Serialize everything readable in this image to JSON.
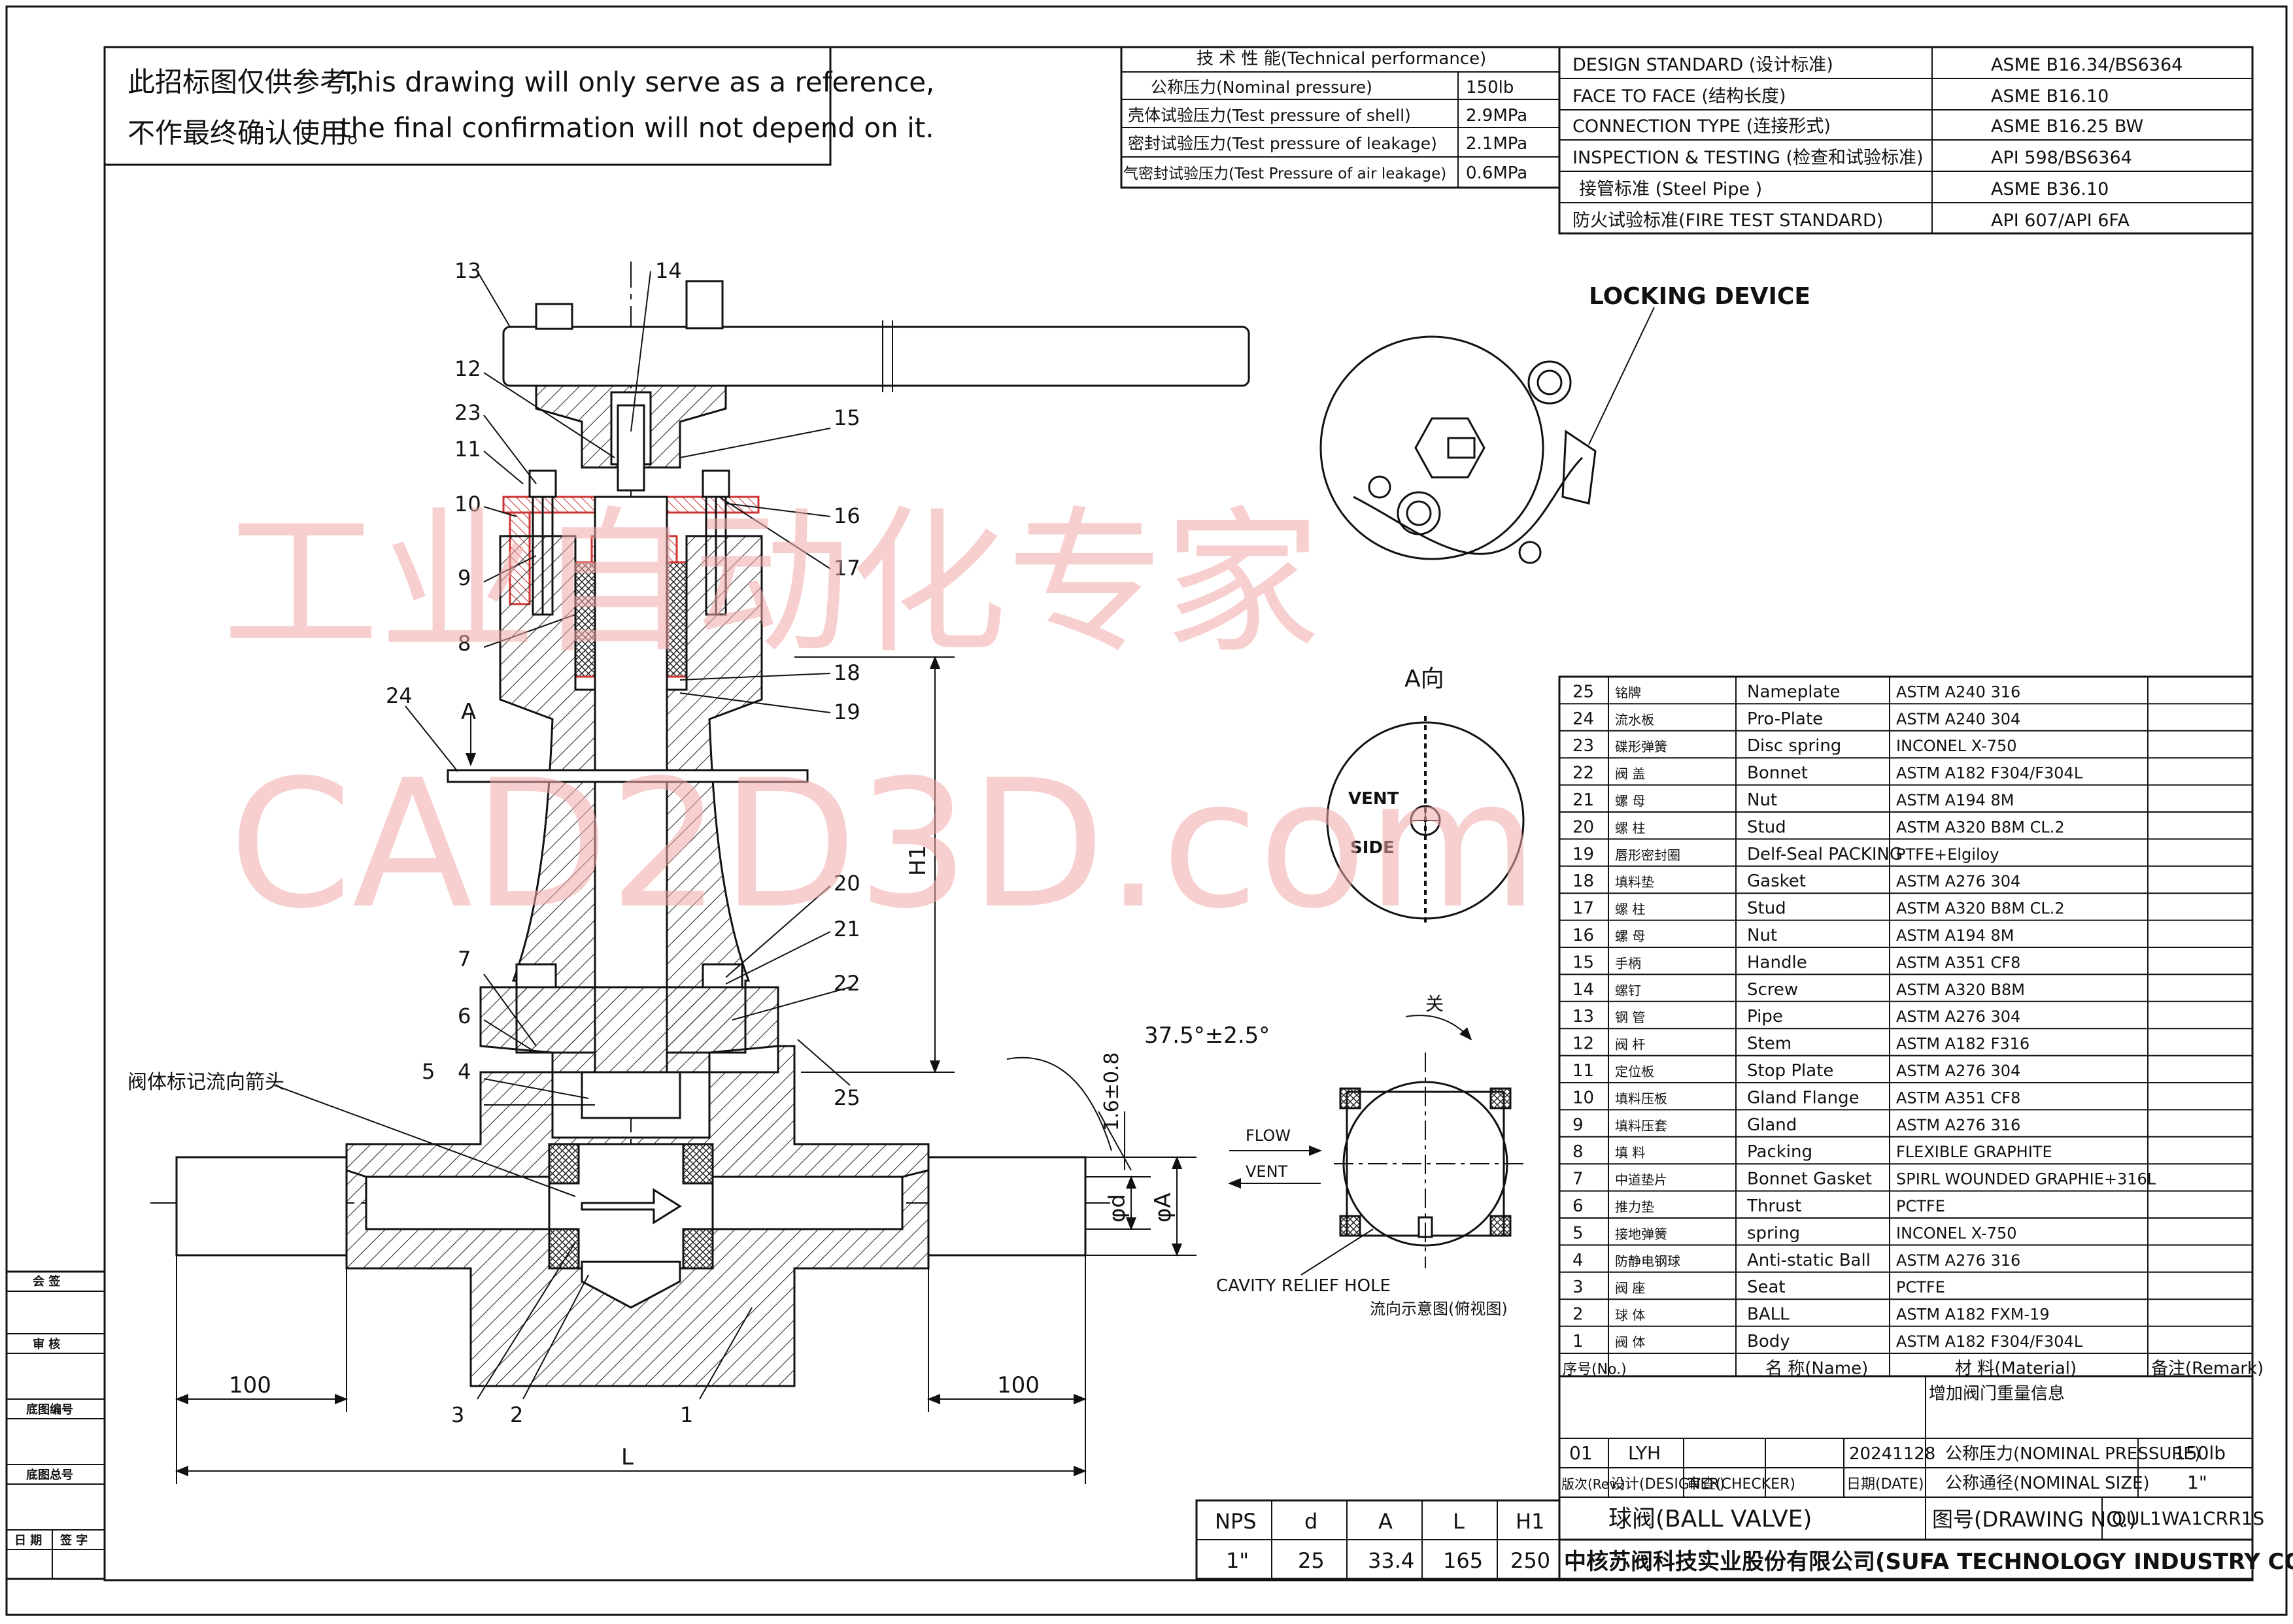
{
  "note": {
    "cn_line1": "此招标图仅供参考，",
    "en_line1": "This drawing will only serve as a reference,",
    "cn_line2": "不作最终确认使用。",
    "en_line2": "the final confirmation will not depend on it."
  },
  "performance": {
    "title": "技 术 性 能(Technical performance)",
    "rows": [
      {
        "label": "公称压力(Nominal pressure)",
        "value": "150lb"
      },
      {
        "label": "壳体试验压力(Test pressure of shell)",
        "value": "2.9MPa"
      },
      {
        "label": "密封试验压力(Test pressure of leakage)",
        "value": "2.1MPa"
      },
      {
        "label": "气密封试验压力(Test Pressure of air leakage)",
        "value": "0.6MPa"
      }
    ]
  },
  "standards": [
    {
      "label": "DESIGN STANDARD (设计标准)",
      "value": "ASME B16.34/BS6364"
    },
    {
      "label": "FACE TO FACE (结构长度)",
      "value": "ASME B16.10"
    },
    {
      "label": "CONNECTION TYPE (连接形式)",
      "value": "ASME B16.25  BW"
    },
    {
      "label": "INSPECTION & TESTING (检查和试验标准)",
      "value": "API 598/BS6364"
    },
    {
      "label": "接管标准 (Steel Pipe )",
      "value": "ASME B36.10"
    },
    {
      "label": "防火试验标准(FIRE TEST STANDARD)",
      "value": "API 607/API 6FA"
    }
  ],
  "locking_device_label": "LOCKING DEVICE",
  "view_a_label": "A向",
  "vent_label": "VENT",
  "side_label": "SIDE",
  "flow_label": "FLOW",
  "vent_arrow_label": "VENT",
  "close_label": "关",
  "cavity_relief_label": "CAVITY RELIEF HOLE",
  "flow_diagram_label": "流向示意图(俯视图)",
  "body_arrow_label": "阀体标记流向箭头",
  "angle_label": "37.5°±2.5°",
  "dim_labels": {
    "lip": "1.6±0.8",
    "h1": "H1",
    "d": "φd",
    "a": "φA",
    "left100": "100",
    "right100": "100",
    "l": "L",
    "a_arrow": "A"
  },
  "balloons": [
    "1",
    "2",
    "3",
    "4",
    "5",
    "6",
    "7",
    "8",
    "9",
    "10",
    "11",
    "12",
    "13",
    "14",
    "15",
    "16",
    "17",
    "18",
    "19",
    "20",
    "21",
    "22",
    "23",
    "24",
    "25"
  ],
  "parts": [
    {
      "no": "25",
      "cn": "铭牌",
      "name": "Nameplate",
      "material": "ASTM A240 316"
    },
    {
      "no": "24",
      "cn": "流水板",
      "name": "Pro-Plate",
      "material": "ASTM A240 304"
    },
    {
      "no": "23",
      "cn": "碟形弹簧",
      "name": "Disc spring",
      "material": "INCONEL X-750"
    },
    {
      "no": "22",
      "cn": "阀 盖",
      "name": "Bonnet",
      "material": "ASTM A182 F304/F304L"
    },
    {
      "no": "21",
      "cn": "螺 母",
      "name": "Nut",
      "material": "ASTM A194 8M"
    },
    {
      "no": "20",
      "cn": "螺 柱",
      "name": "Stud",
      "material": "ASTM A320 B8M CL.2"
    },
    {
      "no": "19",
      "cn": "唇形密封圈",
      "name": "Delf-Seal PACKING",
      "material": "PTFE+Elgiloy"
    },
    {
      "no": "18",
      "cn": "填料垫",
      "name": "Gasket",
      "material": "ASTM A276 304"
    },
    {
      "no": "17",
      "cn": "螺 柱",
      "name": "Stud",
      "material": "ASTM A320 B8M CL.2"
    },
    {
      "no": "16",
      "cn": "螺 母",
      "name": "Nut",
      "material": "ASTM A194 8M"
    },
    {
      "no": "15",
      "cn": "手柄",
      "name": "Handle",
      "material": "ASTM A351 CF8"
    },
    {
      "no": "14",
      "cn": "螺钉",
      "name": "Screw",
      "material": "ASTM A320 B8M"
    },
    {
      "no": "13",
      "cn": "钢 管",
      "name": "Pipe",
      "material": "ASTM A276 304"
    },
    {
      "no": "12",
      "cn": "阀 杆",
      "name": "Stem",
      "material": "ASTM A182 F316"
    },
    {
      "no": "11",
      "cn": "定位板",
      "name": "Stop Plate",
      "material": "ASTM A276 304"
    },
    {
      "no": "10",
      "cn": "填料压板",
      "name": "Gland Flange",
      "material": "ASTM A351 CF8"
    },
    {
      "no": "9",
      "cn": "填料压套",
      "name": "Gland",
      "material": "ASTM A276 316"
    },
    {
      "no": "8",
      "cn": "填 料",
      "name": "Packing",
      "material": "FLEXIBLE GRAPHITE"
    },
    {
      "no": "7",
      "cn": "中道垫片",
      "name": "Bonnet Gasket",
      "material": "SPIRL WOUNDED GRAPHIE+316L"
    },
    {
      "no": "6",
      "cn": "推力垫",
      "name": "Thrust",
      "material": "PCTFE"
    },
    {
      "no": "5",
      "cn": "接地弹簧",
      "name": "spring",
      "material": "INCONEL X-750"
    },
    {
      "no": "4",
      "cn": "防静电钢球",
      "name": "Anti-static Ball",
      "material": "ASTM A276 316"
    },
    {
      "no": "3",
      "cn": "阀 座",
      "name": "Seat",
      "material": "PCTFE"
    },
    {
      "no": "2",
      "cn": "球 体",
      "name": "BALL",
      "material": "ASTM A182 FXM-19"
    },
    {
      "no": "1",
      "cn": "阀 体",
      "name": "Body",
      "material": "ASTM A182 F304/F304L"
    }
  ],
  "parts_header": {
    "no": "序号(No.)",
    "name": "名   称(Name)",
    "material": "材     料(Material)",
    "remark": "备注(Remark)"
  },
  "title_block": {
    "weight_note": "增加阀门重量信息",
    "rev": "01",
    "designer": "LYH",
    "date": "20241128",
    "np_label": "公称压力(NOMINAL PRESSURE)",
    "np_value": "150lb",
    "rev_label": "版次(Rev.)",
    "designer_label": "设计(DESIGNER)",
    "checker_label": "审查(CHECKER)",
    "date_label": "日期(DATE)",
    "ns_label": "公称通径(NOMINAL SIZE)",
    "ns_value": "1\"",
    "product": "球阀(BALL VALVE)",
    "drawing_no_label": "图号(DRAWING NO.)",
    "drawing_no": "QUL1WA1CRR1S",
    "company": "中核苏阀科技实业股份有限公司(SUFA TECHNOLOGY INDUSTRY CO., LTD CNNC)"
  },
  "dim_table": {
    "headers": [
      "NPS",
      "d",
      "A",
      "L",
      "H1"
    ],
    "values": [
      "1\"",
      "25",
      "33.4",
      "165",
      "250"
    ]
  },
  "side_stamp": [
    "会 签",
    "审 核",
    "底图编号",
    "底图总号",
    "日 期",
    "签 字"
  ],
  "watermark": {
    "line1": "工业自动化专家",
    "line2": "CAD2D3D.com"
  }
}
